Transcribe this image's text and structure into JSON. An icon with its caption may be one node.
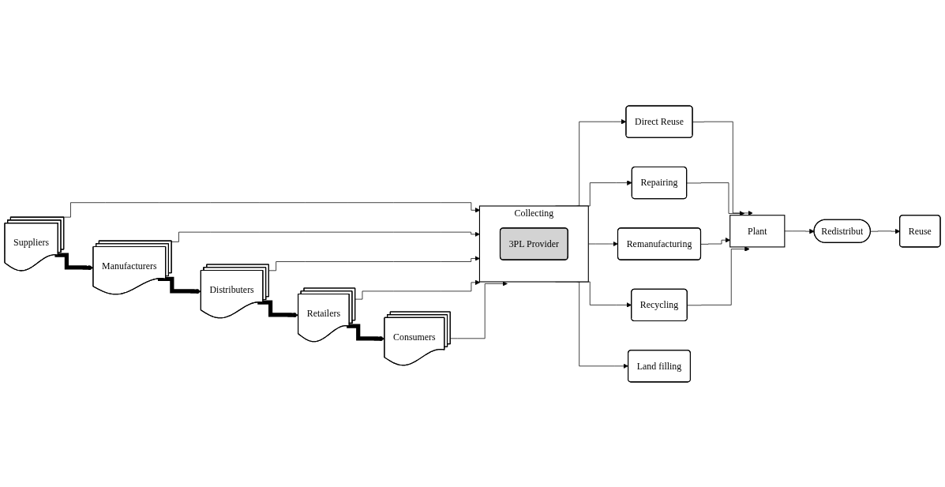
{
  "diagram": {
    "nodes": [
      {
        "text": [
          "Suppliers"
        ]
      },
      {
        "text": [
          "Manufacturers"
        ]
      },
      {
        "text": [
          "Distributers"
        ]
      },
      {
        "text": [
          "Retailers"
        ]
      },
      {
        "text": [
          "Consumers"
        ]
      },
      {
        "text": [
          "Collecting"
        ]
      },
      {
        "text": [
          "3PL Provider"
        ],
        "in": 5
      },
      {
        "text": [
          "Direct Reuse"
        ]
      },
      {
        "text": [
          "Repairing"
        ]
      },
      {
        "text": [
          "Remanufacturing"
        ]
      },
      {
        "text": [
          "Recycling"
        ]
      },
      {
        "text": [
          "Land filling"
        ]
      },
      {
        "text": [
          "Plant"
        ]
      },
      {
        "text": [
          "Redistribut"
        ]
      },
      {
        "text": [
          "Reuse"
        ]
      }
    ],
    "edges": [
      {
        "from": 0,
        "to": 1,
        "arrow": "to",
        "style": "thick"
      },
      {
        "from": 1,
        "to": 2,
        "arrow": "to",
        "style": "thick"
      },
      {
        "from": 2,
        "to": 3,
        "arrow": "to",
        "style": "thick"
      },
      {
        "from": 3,
        "to": 4,
        "arrow": "to",
        "style": "thick"
      },
      {
        "from": 0,
        "to": 5,
        "arrow": "to"
      },
      {
        "from": 1,
        "to": 5,
        "arrow": "to"
      },
      {
        "from": 2,
        "to": 5,
        "arrow": "to"
      },
      {
        "from": 3,
        "to": 5,
        "arrow": "to"
      },
      {
        "from": 4,
        "to": 5,
        "arrow": "to"
      },
      {
        "from": 5,
        "to": 7,
        "arrow": "to"
      },
      {
        "from": 5,
        "to": 8,
        "arrow": "to"
      },
      {
        "from": 5,
        "to": 9,
        "arrow": "to"
      },
      {
        "from": 5,
        "to": 10,
        "arrow": "to"
      },
      {
        "from": 5,
        "to": 11,
        "arrow": "to"
      },
      {
        "from": 7,
        "to": 12,
        "arrow": "to"
      },
      {
        "from": 8,
        "to": 12,
        "arrow": "to"
      },
      {
        "from": 9,
        "to": 12,
        "arrow": "to"
      },
      {
        "from": 10,
        "to": 12,
        "arrow": "to"
      },
      {
        "from": 12,
        "to": 13,
        "arrow": "to"
      },
      {
        "from": 13,
        "to": 14,
        "arrow": "to"
      }
    ]
  }
}
